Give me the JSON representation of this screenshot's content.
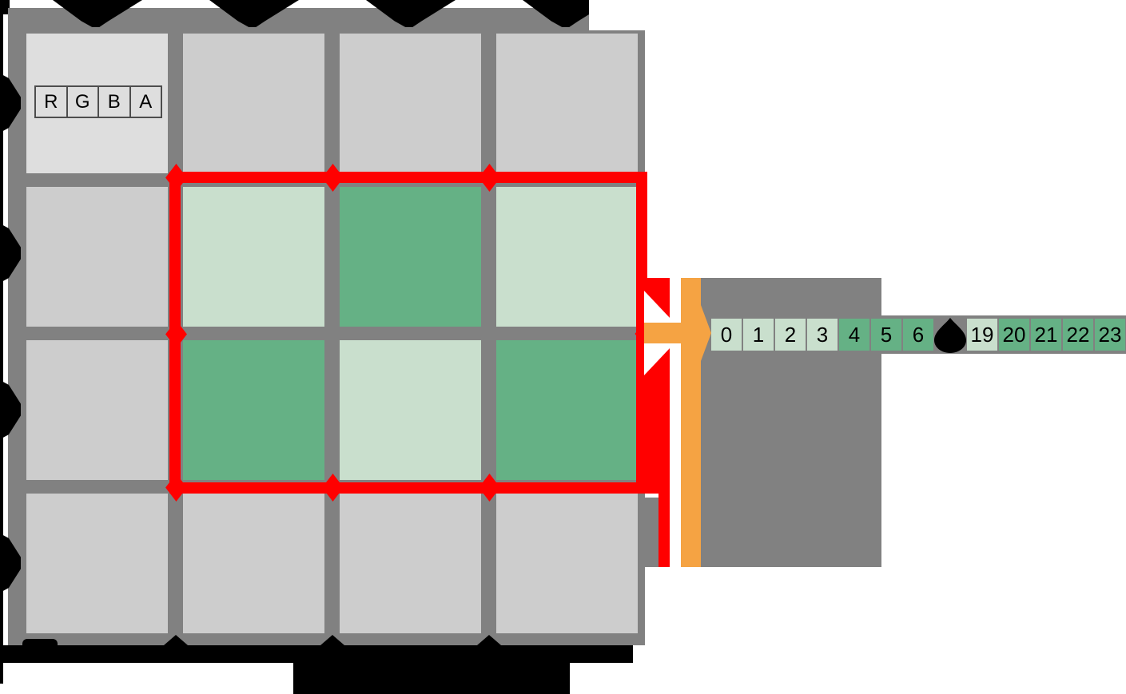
{
  "colors": {
    "background": "#ffffff",
    "panel_gray": "#818181",
    "cell_gray": "#cdcdcd",
    "cell_light": "#dedede",
    "light_green": "#c9dfcd",
    "medium_green": "#65b185",
    "red": "#ff0000",
    "orange": "#f5a343",
    "black": "#000000"
  },
  "rgba_table": {
    "channels": [
      "R",
      "G",
      "B",
      "A"
    ]
  },
  "grid": {
    "rows": 4,
    "cols": 4,
    "cells": [
      [
        "cell_light",
        "cell_gray",
        "cell_gray",
        "cell_gray"
      ],
      [
        "cell_gray",
        "light_green",
        "medium_green",
        "light_green"
      ],
      [
        "cell_gray",
        "medium_green",
        "light_green",
        "medium_green"
      ],
      [
        "cell_gray",
        "cell_gray",
        "cell_gray",
        "cell_gray"
      ]
    ]
  },
  "selection": {
    "rows": 2,
    "cols": 3,
    "outline_color": "#ff0000"
  },
  "byte_strip": {
    "left_cells": [
      {
        "label": "0",
        "tone": "light_green"
      },
      {
        "label": "1",
        "tone": "light_green"
      },
      {
        "label": "2",
        "tone": "light_green"
      },
      {
        "label": "3",
        "tone": "light_green"
      },
      {
        "label": "4",
        "tone": "medium_green"
      },
      {
        "label": "5",
        "tone": "medium_green"
      },
      {
        "label": "6",
        "tone": "medium_green"
      }
    ],
    "right_cells": [
      {
        "label": "19",
        "tone": "light_green"
      },
      {
        "label": "20",
        "tone": "medium_green"
      },
      {
        "label": "21",
        "tone": "medium_green"
      },
      {
        "label": "22",
        "tone": "medium_green"
      },
      {
        "label": "23",
        "tone": "medium_green"
      }
    ],
    "gap_icon": "ellipsis-blob"
  },
  "markers": {
    "top_arrow_count": 4,
    "left_arrow_count": 4,
    "selection_diamond_count": 7
  }
}
